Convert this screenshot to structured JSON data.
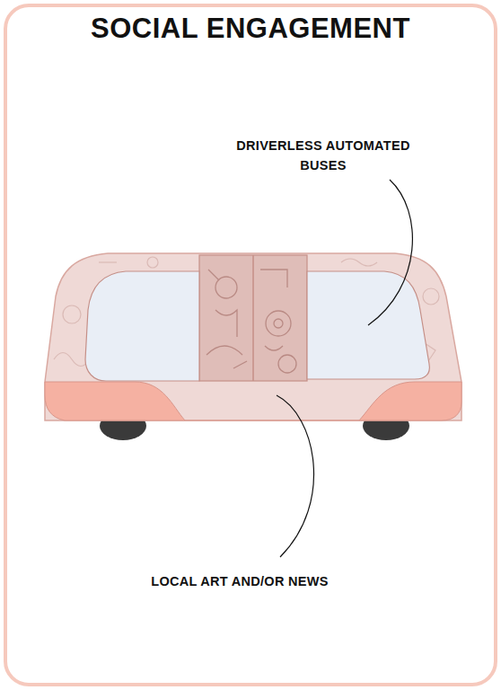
{
  "diagram": {
    "title": "SOCIAL ENGAGEMENT",
    "labels": [
      "DRIVERLESS AUTOMATED BUSES",
      "LOCAL ART AND/OR NEWS"
    ]
  }
}
